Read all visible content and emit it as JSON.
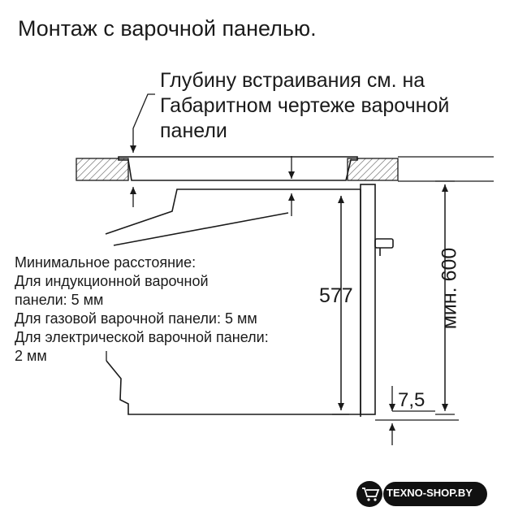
{
  "title": "Монтаж с варочной панелью.",
  "depth_note": {
    "line1": "Глубину встраивания см. на",
    "line2": "Габаритном чертеже варочной",
    "line3": "панели"
  },
  "min_distance": {
    "lines": [
      "Минимальное расстояние:",
      "Для индукционной варочной",
      "панели: 5 мм",
      "Для газовой варочной панели: 5 мм",
      "Для электрической варочной панели:",
      "2 мм"
    ]
  },
  "dimensions": {
    "oven_height": "577",
    "min_niche": "мин. 600",
    "bottom_gap": "7,5"
  },
  "watermark": {
    "text": "TEXNO-SHOP.BY"
  },
  "colors": {
    "line": "#1a1a1a",
    "hatch": "#555555"
  }
}
